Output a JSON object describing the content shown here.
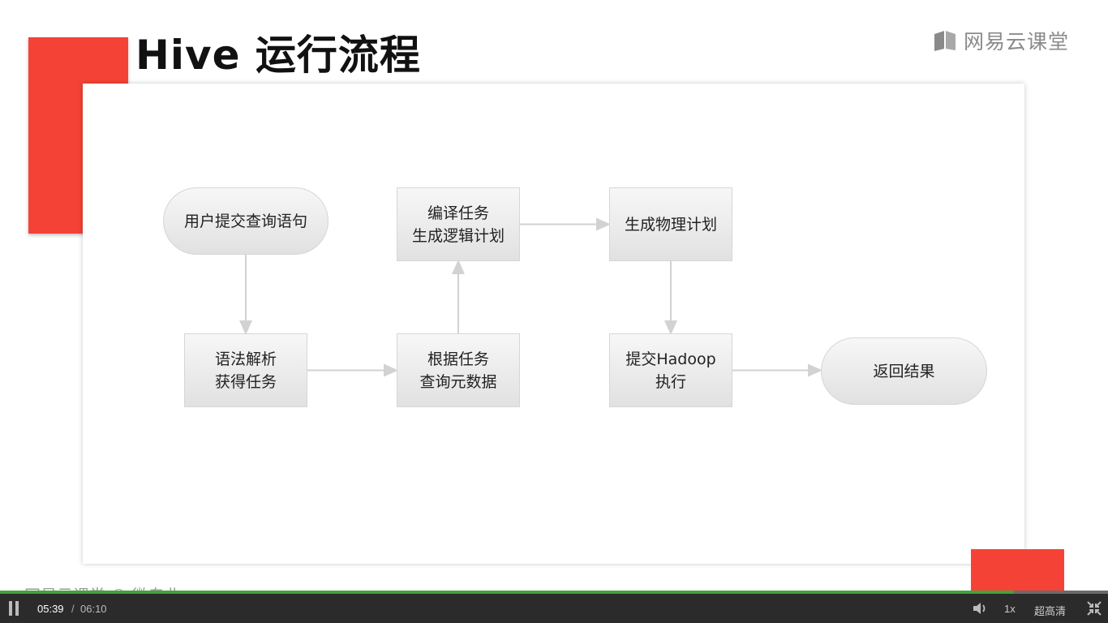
{
  "slide": {
    "title": "Hive 运行流程",
    "brand": "网易云课堂",
    "footer_peek": "网易云课堂  © 微专业"
  },
  "flowchart": {
    "nodes": [
      {
        "id": "n1",
        "label": "用户提交查询语句",
        "shape": "pill"
      },
      {
        "id": "n2",
        "label": "语法解析\n获得任务",
        "shape": "box"
      },
      {
        "id": "n3",
        "label": "根据任务\n查询元数据",
        "shape": "box"
      },
      {
        "id": "n4",
        "label": "编译任务\n生成逻辑计划",
        "shape": "box"
      },
      {
        "id": "n5",
        "label": "生成物理计划",
        "shape": "box"
      },
      {
        "id": "n6",
        "label": "提交Hadoop\n执行",
        "shape": "box"
      },
      {
        "id": "n7",
        "label": "返回结果",
        "shape": "pill"
      }
    ],
    "edges": [
      {
        "from": "n1",
        "to": "n2"
      },
      {
        "from": "n2",
        "to": "n3"
      },
      {
        "from": "n3",
        "to": "n4"
      },
      {
        "from": "n4",
        "to": "n5"
      },
      {
        "from": "n5",
        "to": "n6"
      },
      {
        "from": "n6",
        "to": "n7"
      }
    ]
  },
  "player": {
    "current_time": "05:39",
    "separator": "/",
    "total_time": "06:10",
    "progress": 0.915,
    "speed": "1x",
    "quality": "超高清"
  },
  "colors": {
    "accent_red": "#f44336",
    "progress_green": "#3fa33f",
    "control_bar": "#2b2b2b"
  }
}
